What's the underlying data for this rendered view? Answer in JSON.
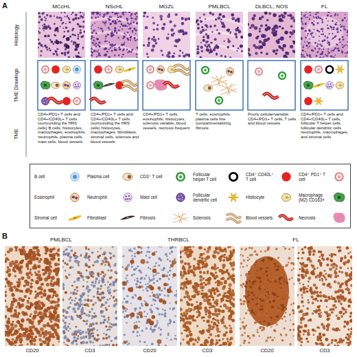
{
  "diagram": {
    "nodes": [
      {
        "text": [
          "MCcHL"
        ]
      },
      {
        "text": [
          "NScHL"
        ]
      },
      {
        "text": [
          "MGZL"
        ]
      },
      {
        "text": [
          "PMLBCL"
        ]
      },
      {
        "text": [
          "DLBCL, NOS"
        ]
      },
      {
        "text": [
          "FL"
        ]
      },
      {
        "text": [
          "CD20"
        ]
      },
      {
        "text": [
          "CD3"
        ]
      },
      {
        "text": [
          "CD20"
        ]
      },
      {
        "text": [
          "CD3"
        ]
      },
      {
        "text": [
          "CD20"
        ]
      },
      {
        "text": [
          "CD3"
        ]
      }
    ],
    "labels": [
      "A",
      "Histology",
      "TME Drawings",
      "TME",
      "CD4+/PD1+ T cells and CD4+/CD40L+ T cells (surrounding the HRS cells) B cells, histiocytes, macrophages, eosinophils, neutrophils, plasma cells, mast cells, blood vessels",
      "CD4+/PD1+ T cells and CD4+/CD40L+ T cells (surrounding the HRS cells) histiocytes, macrophages, fibroblasts, stromal cells, sclerosis and blood vessels",
      "CD4+/PD1+ T cells, eosinophils, histiocytes, sclerosis variable, blood vessels, necrosis frequent",
      "T cells, eosinophils, plasma cells fine compartmentalizing fibrosis",
      "Poorly cellular/variable. CD4+/PD1+ T cells, T cells and blood vessels",
      "CD4+/PD1+ T cells and CD4+/CD40L+ T cells, follicular T helper cells follicular dendritic cells neutrophils, macrophages, and stromal cells",
      "B",
      "PMLBCL",
      "THRBCL",
      "FL"
    ],
    "legend": [
      {
        "text": "B cell"
      },
      {
        "text": "Plasma cell"
      },
      {
        "text": "CD3⁺ T cell"
      },
      {
        "text": "Follicular helper T cell"
      },
      {
        "text": "CD4⁺ CD40L⁺ T cell"
      },
      {
        "text": "CD4⁺ PD1⁺ T cell"
      },
      {
        "text": "Eosinophil"
      },
      {
        "text": "Neutrophil"
      },
      {
        "text": "Mast cell"
      },
      {
        "text": "Follicular dendritic cell"
      },
      {
        "text": "Histiocyte"
      },
      {
        "text": "Macrophage (M2) CD163+"
      },
      {
        "text": "Stromal cell"
      },
      {
        "text": "Fibroblast"
      },
      {
        "text": "Fibrosis"
      },
      {
        "text": "Sclerosis"
      },
      {
        "text": "Blood vessels"
      },
      {
        "text": "Necrosis"
      }
    ]
  }
}
